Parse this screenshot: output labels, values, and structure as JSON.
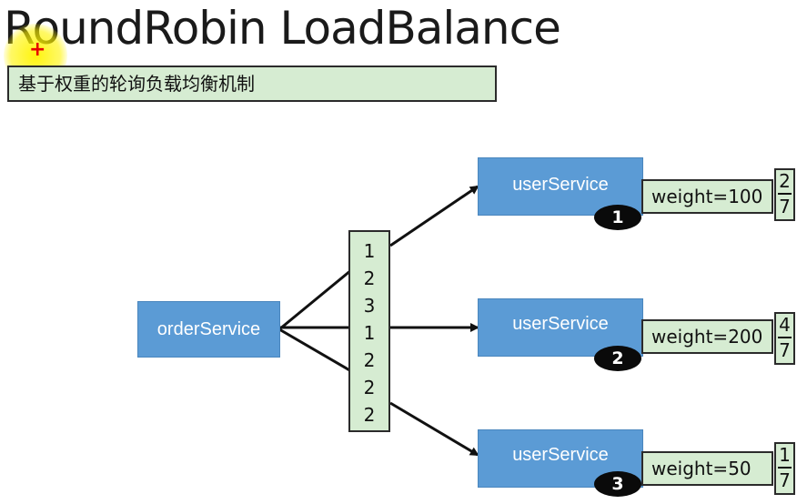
{
  "title": "RoundRobin LoadBalance",
  "subtitle": "基于权重的轮询负载均衡机制",
  "source_service": "orderService",
  "queue": [
    "1",
    "2",
    "3",
    "1",
    "2",
    "2",
    "2"
  ],
  "targets": [
    {
      "label": "userService",
      "badge": "1",
      "weight": "weight=100",
      "fraction": {
        "num": "2",
        "den": "7"
      }
    },
    {
      "label": "userService",
      "badge": "2",
      "weight": "weight=200",
      "fraction": {
        "num": "4",
        "den": "7"
      }
    },
    {
      "label": "userService",
      "badge": "3",
      "weight": "weight=50",
      "fraction": {
        "num": "1",
        "den": "7"
      }
    }
  ],
  "colors": {
    "service_fill": "#5b9bd5",
    "note_fill": "#d6ecd2",
    "highlight": "#fff400"
  }
}
